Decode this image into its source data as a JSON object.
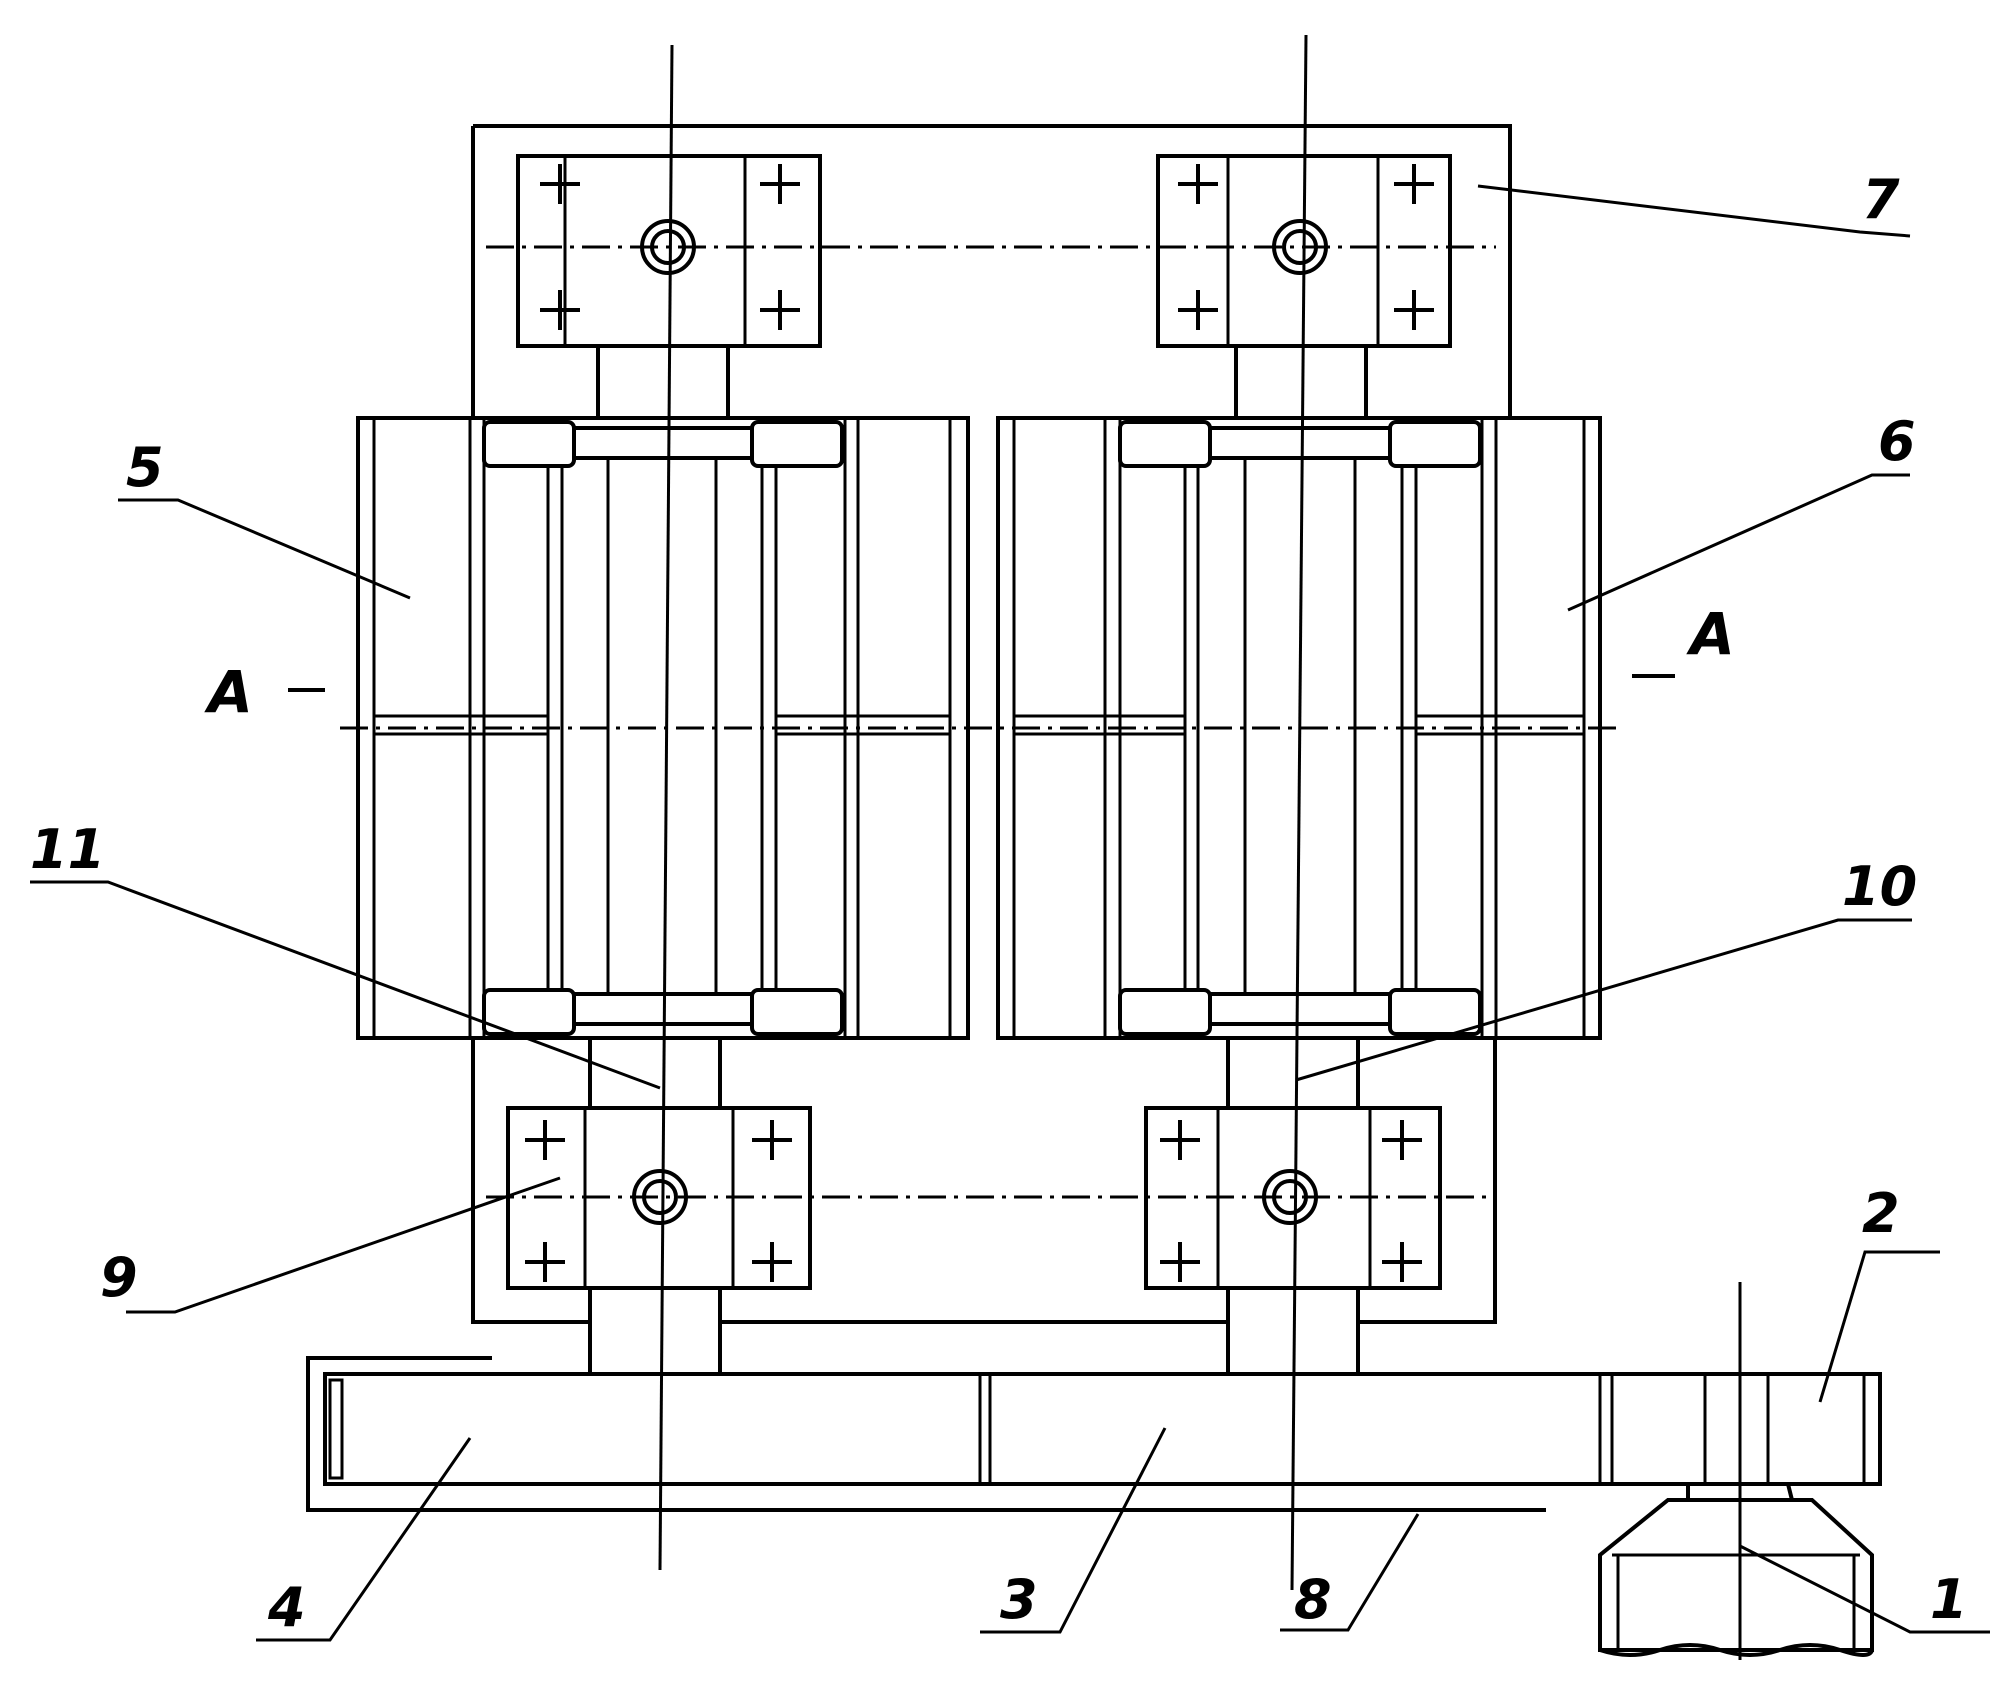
{
  "labels": {
    "n1": "1",
    "n2": "2",
    "n3": "3",
    "n4": "4",
    "n5": "5",
    "n6": "6",
    "n7": "7",
    "n8": "8",
    "n9": "9",
    "n10": "10",
    "n11": "11",
    "sectionA_left": "A",
    "sectionA_right": "A"
  }
}
